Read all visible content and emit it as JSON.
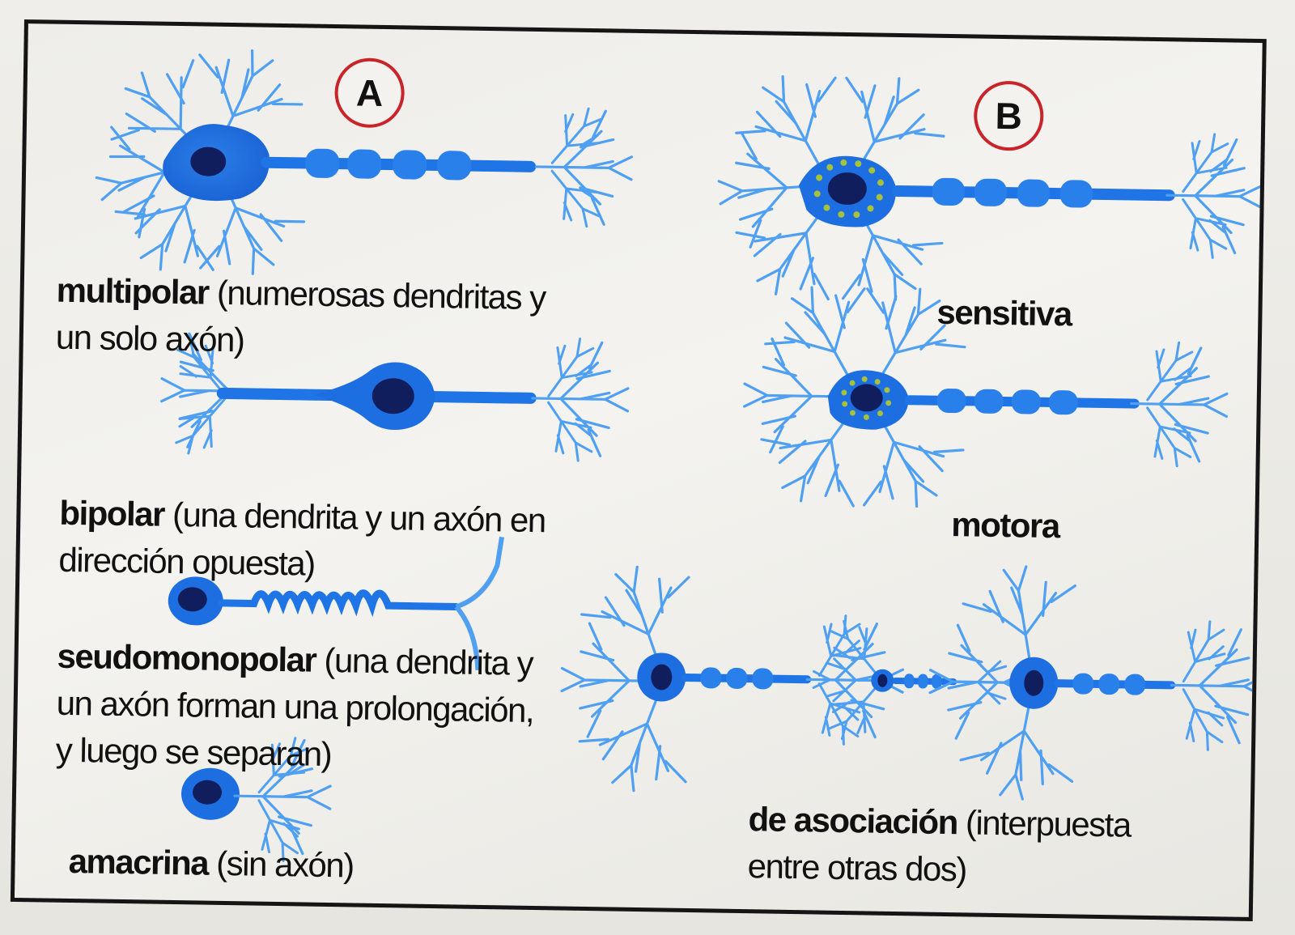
{
  "panels": [
    {
      "id": "A",
      "badge": "A"
    },
    {
      "id": "B",
      "badge": "B"
    }
  ],
  "labels": {
    "multipolar_term": "multipolar",
    "multipolar_desc_1": "(numerosas dendritas y",
    "multipolar_desc_2": "un solo axón)",
    "bipolar_term": "bipolar",
    "bipolar_desc_1": "(una dendrita y un axón en",
    "bipolar_desc_2": "dirección opuesta)",
    "seudo_term": "seudomonopolar",
    "seudo_desc_1": "(una dendrita y",
    "seudo_desc_2": "un axón forman una prolongación,",
    "seudo_desc_3": "y luego se separan)",
    "amacrina_term": "amacrina",
    "amacrina_desc": "(sin axón)",
    "sensitiva": "sensitiva",
    "motora": "motora",
    "asociacion_term": "de asociación",
    "asociacion_desc_1": "(interpuesta",
    "asociacion_desc_2": "entre otras dos)"
  },
  "colors": {
    "neuron": "#1f74e6",
    "neuron_light": "#4f9ff2",
    "nucleus": "#101e5e",
    "granule": "#a7c23a",
    "badge_ring": "#c9242a",
    "frame": "#151515"
  },
  "icons": [
    "multipolar-neuron",
    "bipolar-neuron",
    "pseudounipolar-neuron",
    "amacrine-neuron",
    "sensory-neuron",
    "motor-neuron",
    "association-neuron-chain"
  ]
}
